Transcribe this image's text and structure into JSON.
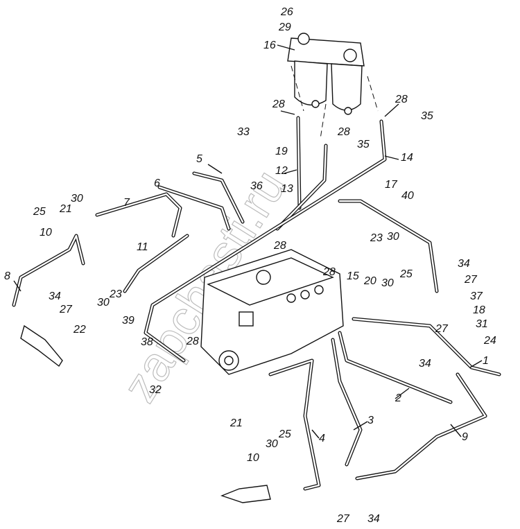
{
  "diagram": {
    "title": "Fuel injection pump, fuel lines and filter assembly",
    "watermark": "zapchasti.ru",
    "callouts": [
      "26",
      "29",
      "16",
      "28",
      "28",
      "35",
      "33",
      "19",
      "28",
      "35",
      "5",
      "14",
      "12",
      "6",
      "36",
      "17",
      "13",
      "40",
      "30",
      "25",
      "21",
      "7",
      "10",
      "23",
      "30",
      "28",
      "11",
      "15",
      "20",
      "30",
      "25",
      "28",
      "34",
      "27",
      "8",
      "37",
      "18",
      "34",
      "23",
      "30",
      "27",
      "39",
      "22",
      "31",
      "27",
      "24",
      "38",
      "28",
      "34",
      "1",
      "32",
      "2",
      "3",
      "9",
      "21",
      "30",
      "25",
      "4",
      "10",
      "27",
      "34"
    ]
  }
}
